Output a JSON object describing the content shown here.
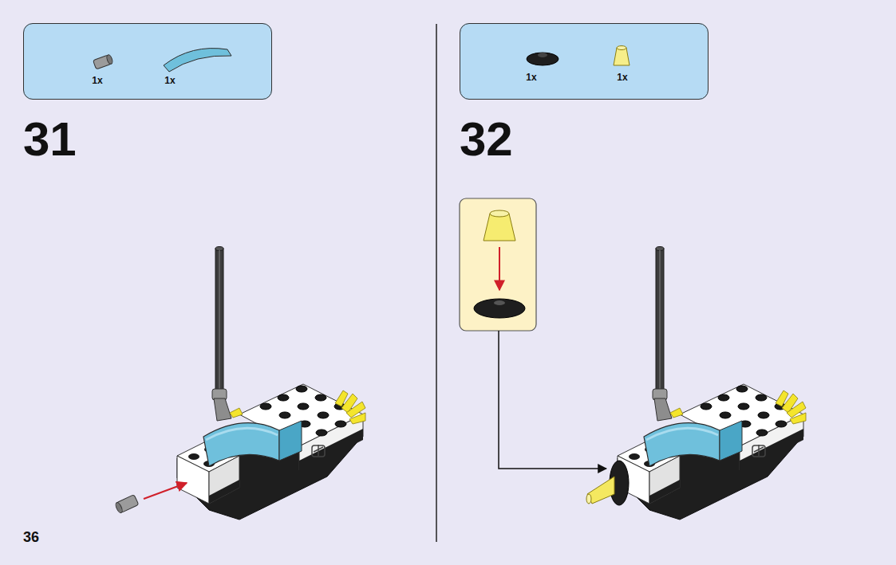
{
  "diagram": {
    "nodes": [
      {
        "text": [
          "1x",
          "1x"
        ]
      },
      {
        "text": [
          "1x",
          "1x"
        ]
      }
    ],
    "labels": [
      "31",
      "32",
      "36"
    ]
  }
}
